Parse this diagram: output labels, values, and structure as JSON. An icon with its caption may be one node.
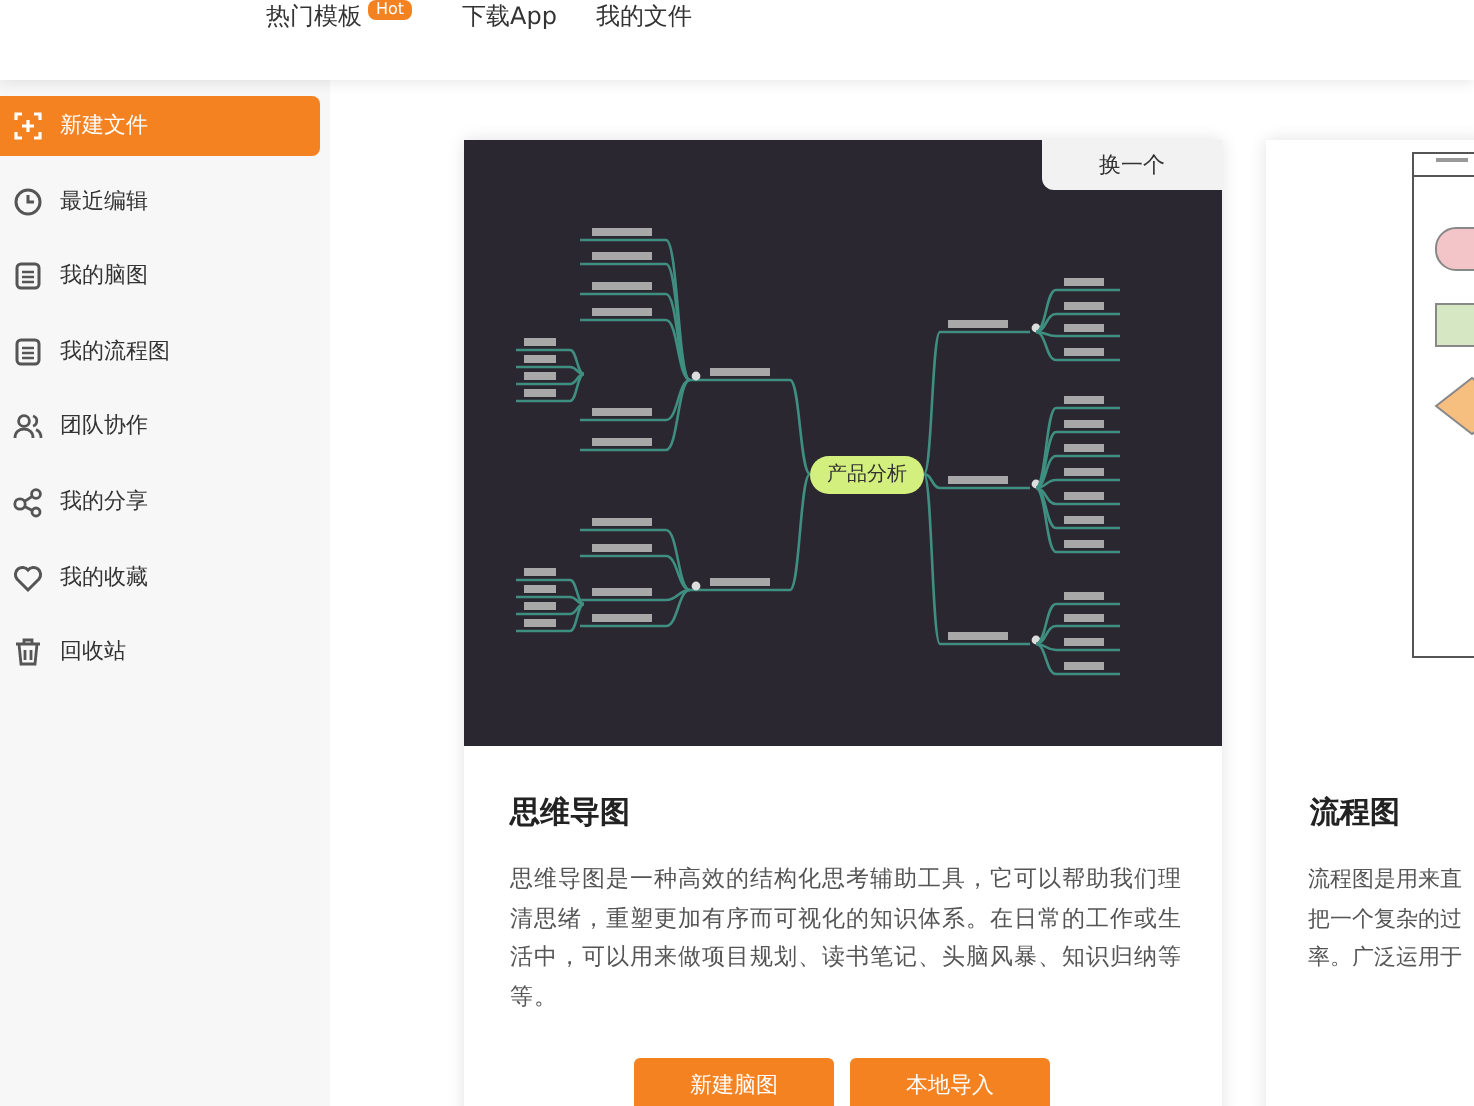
{
  "diagram": {
    "labels": [
      "热门模板",
      "Hot",
      "下载App",
      "我的文件",
      "新建文件",
      "最近编辑",
      "我的脑图",
      "我的流程图",
      "团队协作",
      "我的分享",
      "我的收藏",
      "回收站",
      "换一个",
      "产品分析",
      "思维导图",
      "思维导图是一种高效的结构化思考辅助工具，它可以帮助我们理清思绪，重塑更加有序而可视化的知识体系。在日常的工作或生活中，可以用来做项目规划、读书笔记、头脑风暴、知识归纳等等。",
      "新建脑图",
      "本地导入",
      "流程图",
      "流程图是用来直",
      "把一个复杂的过",
      "率。广泛运用于"
    ]
  }
}
